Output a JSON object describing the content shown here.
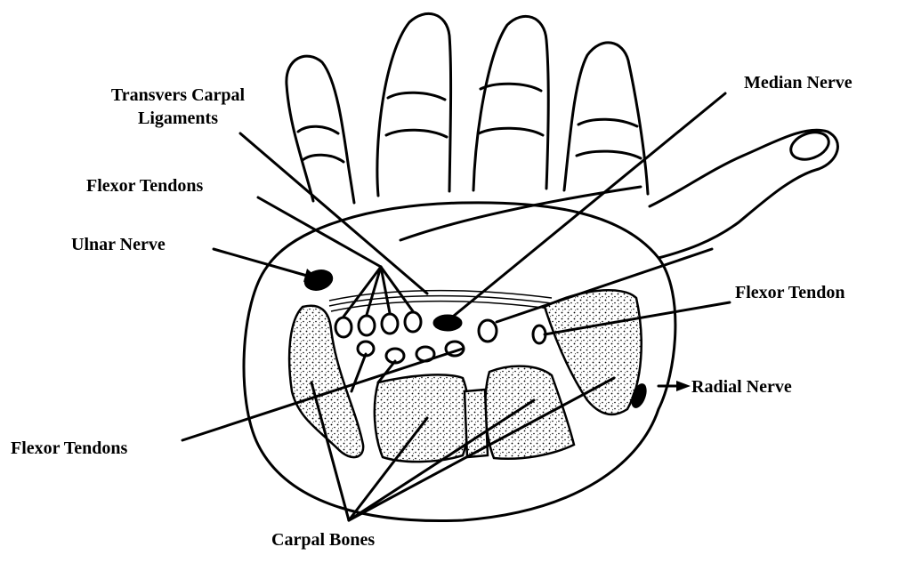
{
  "labels": {
    "median_nerve": "Median Nerve",
    "transverse_line1": "Transvers Carpal",
    "transverse_line2": "Ligaments",
    "flexor_tendons_top": "Flexor Tendons",
    "ulnar_nerve": "Ulnar Nerve",
    "flexor_tendon_right": "Flexor Tendon",
    "radial_nerve": "Radial Nerve",
    "flexor_tendons_bottom": "Flexor Tendons",
    "carpal_bones": "Carpal Bones"
  },
  "colors": {
    "ink": "#000000",
    "paper": "#ffffff",
    "bone_fill": "#e6e6e6"
  }
}
